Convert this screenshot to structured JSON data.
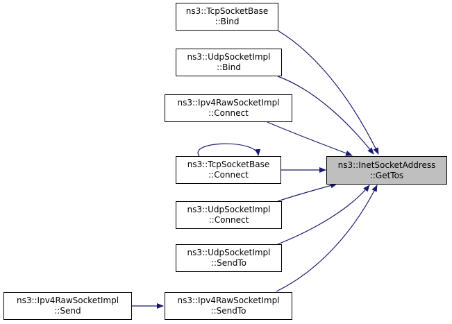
{
  "colors": {
    "edge": "#191970",
    "node_border": "#000000",
    "focus_fill": "#bfbfbf",
    "node_fill": "#ffffff"
  },
  "nodes": {
    "target": {
      "line1": "ns3::InetSocketAddress",
      "line2": "::GetTos"
    },
    "tcp_bind": {
      "line1": "ns3::TcpSocketBase",
      "line2": "::Bind"
    },
    "udp_bind": {
      "line1": "ns3::UdpSocketImpl",
      "line2": "::Bind"
    },
    "ipv4_connect": {
      "line1": "ns3::Ipv4RawSocketImpl",
      "line2": "::Connect"
    },
    "tcp_connect": {
      "line1": "ns3::TcpSocketBase",
      "line2": "::Connect"
    },
    "udp_connect": {
      "line1": "ns3::UdpSocketImpl",
      "line2": "::Connect"
    },
    "udp_sendto": {
      "line1": "ns3::UdpSocketImpl",
      "line2": "::SendTo"
    },
    "ipv4_sendto": {
      "line1": "ns3::Ipv4RawSocketImpl",
      "line2": "::SendTo"
    },
    "ipv4_send": {
      "line1": "ns3::Ipv4RawSocketImpl",
      "line2": "::Send"
    }
  },
  "edges": [
    {
      "from": "tcp_bind",
      "to": "target"
    },
    {
      "from": "udp_bind",
      "to": "target"
    },
    {
      "from": "ipv4_connect",
      "to": "target"
    },
    {
      "from": "tcp_connect",
      "to": "target"
    },
    {
      "from": "tcp_connect",
      "to": "tcp_connect"
    },
    {
      "from": "udp_connect",
      "to": "target"
    },
    {
      "from": "udp_sendto",
      "to": "target"
    },
    {
      "from": "ipv4_sendto",
      "to": "target"
    },
    {
      "from": "ipv4_send",
      "to": "ipv4_sendto"
    }
  ]
}
